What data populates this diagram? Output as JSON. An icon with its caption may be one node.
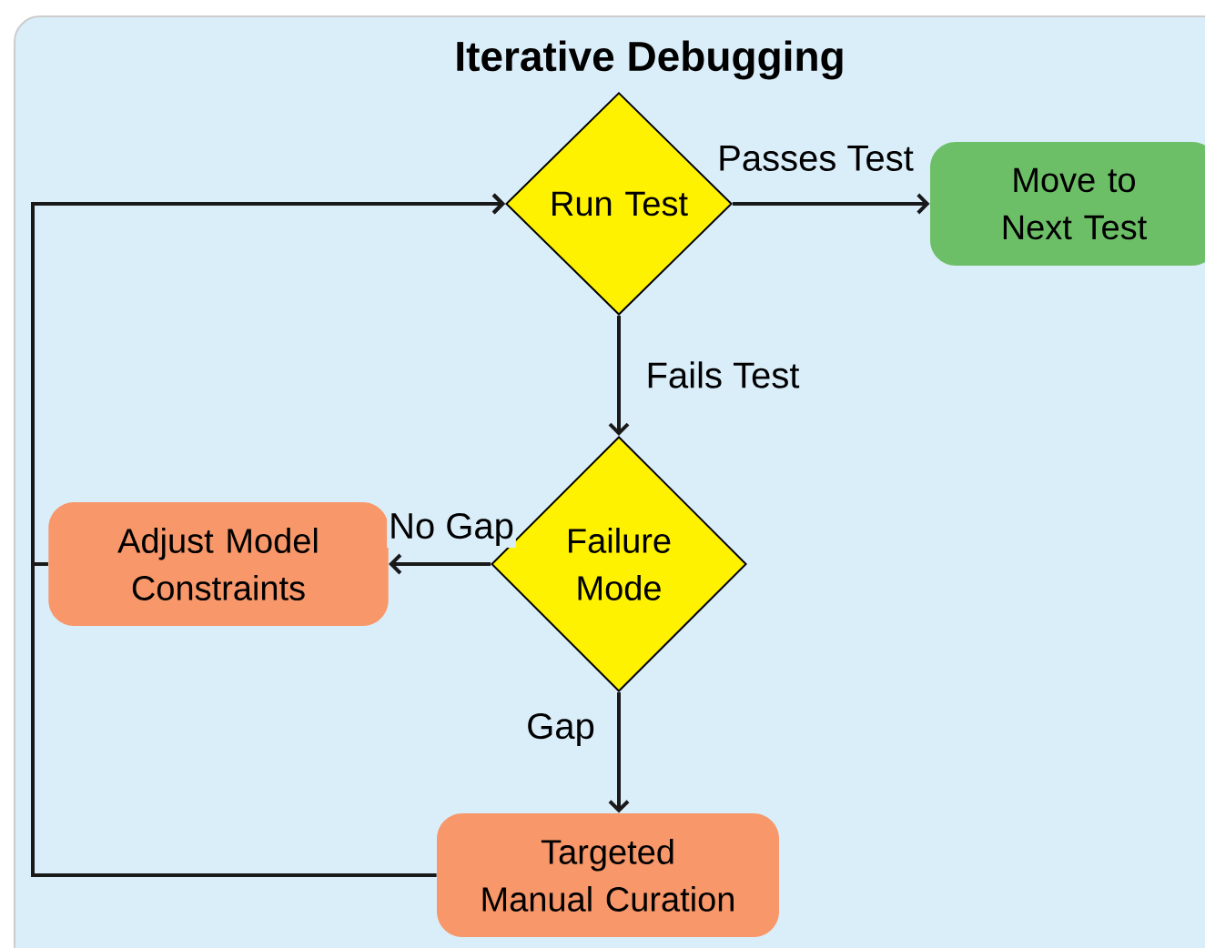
{
  "diagram": {
    "title": "Iterative Debugging",
    "nodes": [
      {
        "text": [
          "Run Test"
        ]
      },
      {
        "text": [
          "Move to Next Test"
        ]
      },
      {
        "text": [
          "Failure Mode"
        ]
      },
      {
        "text": [
          "Adjust Model Constraints"
        ]
      },
      {
        "text": [
          "Targeted Manual Curation"
        ]
      }
    ],
    "edges": [
      {
        "from": 0,
        "to": 1,
        "arrow": "to",
        "label": "Passes Test"
      },
      {
        "from": 0,
        "to": 2,
        "arrow": "to",
        "label": "Fails Test"
      },
      {
        "from": 2,
        "to": 3,
        "arrow": "to",
        "label": "No Gap"
      },
      {
        "from": 2,
        "to": 4,
        "arrow": "to",
        "label": "Gap"
      },
      {
        "from": 3,
        "to": 0,
        "arrow": "to"
      },
      {
        "from": 4,
        "to": 0,
        "arrow": "to"
      }
    ]
  }
}
